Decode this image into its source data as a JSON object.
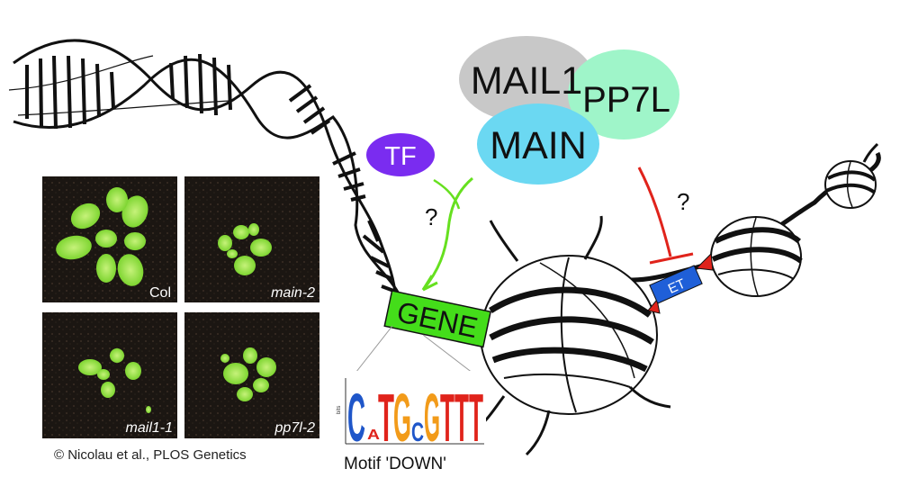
{
  "proteins": {
    "mail1": "MAIL1",
    "pp7l": "PP7L",
    "main": "MAIN",
    "tf": "TF"
  },
  "labels": {
    "gene": "GENE",
    "et": "ET",
    "question_left": "?",
    "question_right": "?",
    "motif_caption": "Motif 'DOWN'"
  },
  "photos": [
    {
      "label": "Col",
      "italic": false
    },
    {
      "label": "main-2",
      "italic": true
    },
    {
      "label": "mail1-1",
      "italic": true
    },
    {
      "label": "pp7l-2",
      "italic": true
    }
  ],
  "copyright": "© Nicolau et al., PLOS Genetics",
  "colors": {
    "mail1": "#c8c8c8",
    "pp7l": "#9ff5c9",
    "main": "#6bd8f2",
    "tf": "#7a2cf0",
    "gene_box": "#44dd1a",
    "activation_arrow": "#66e01f",
    "repression": "#e0231b",
    "et_box": "#1f5fd8",
    "leaf": "#8ee03a",
    "soil": "#1b1612"
  }
}
